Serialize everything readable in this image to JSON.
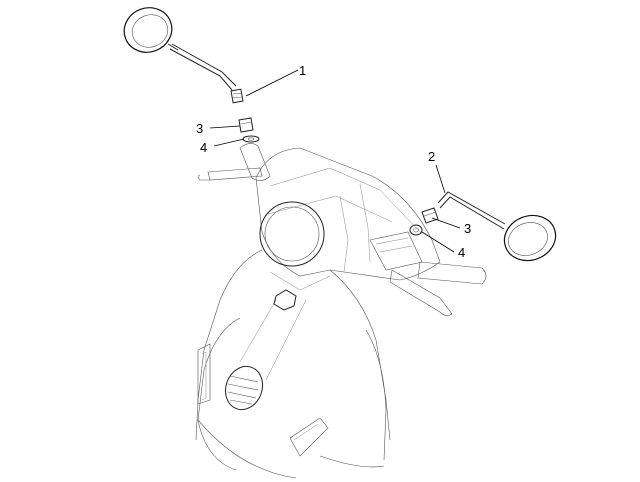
{
  "callouts": [
    {
      "id": "c1",
      "label": "1"
    },
    {
      "id": "c2",
      "label": "2"
    },
    {
      "id": "c3a",
      "label": "3"
    },
    {
      "id": "c3b",
      "label": "3"
    },
    {
      "id": "c4a",
      "label": "4"
    },
    {
      "id": "c4b",
      "label": "4"
    }
  ]
}
